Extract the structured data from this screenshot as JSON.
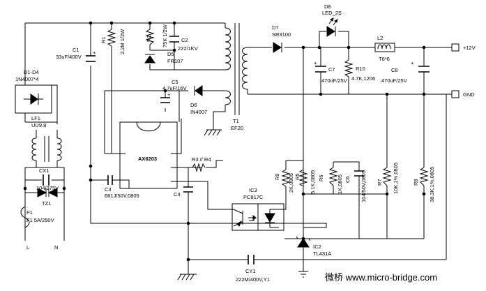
{
  "components": {
    "d1_d4": {
      "ref": "D1-D4",
      "value": "1N4007*4"
    },
    "c1": {
      "ref": "C1",
      "value": "33uF/400V"
    },
    "r1": {
      "ref": "R1",
      "value": "2.2M 1/2W"
    },
    "r2": {
      "ref": "R2",
      "value": "75K 1/2W"
    },
    "c2": {
      "ref": "C2",
      "value": "222/1KV"
    },
    "d5": {
      "ref": "D5",
      "value": "FR107"
    },
    "c5": {
      "ref": "C5",
      "value": "4.7uF/16V"
    },
    "d6": {
      "ref": "D6",
      "value": "IN4007"
    },
    "t1": {
      "ref": "T1",
      "value": "EF20"
    },
    "lf1": {
      "ref": "LF1",
      "value": "UU9.8"
    },
    "cx1": {
      "ref": "CX1",
      "value": "104/275V"
    },
    "tz1": {
      "ref": "TZ1",
      "value": ""
    },
    "f1": {
      "ref": "F1",
      "value": "F1 5A/250V"
    },
    "ic1": {
      "ref": "",
      "value": "AX6203"
    },
    "c3": {
      "ref": "C3",
      "value": "681J/50V,0805"
    },
    "r3_r4": {
      "ref": "R3 // R4",
      "value": ""
    },
    "c4": {
      "ref": "C4",
      "value": ""
    },
    "d7": {
      "ref": "D7",
      "value": "SR3100"
    },
    "d8": {
      "ref": "D8",
      "value": "LED_2S"
    },
    "l2": {
      "ref": "L2",
      "value": "T6*6"
    },
    "c7": {
      "ref": "C7",
      "value": "470uF/25V"
    },
    "r10": {
      "ref": "R10",
      "value": "4.7K,1206"
    },
    "c8": {
      "ref": "C8",
      "value": "470uF/25V"
    },
    "r9": {
      "ref": "R9",
      "value": "2K,0805"
    },
    "r5": {
      "ref": "R5",
      "value": "5.1K,0805"
    },
    "r6": {
      "ref": "R6",
      "value": "1K,0805"
    },
    "c6": {
      "ref": "C6",
      "value": "104/50V,0805"
    },
    "r7": {
      "ref": "R7",
      "value": "10K,1%,0805"
    },
    "r8": {
      "ref": "R8",
      "value": "38.3K,1%,0805"
    },
    "ic3": {
      "ref": "IC3",
      "value": "PC817C"
    },
    "ic2": {
      "ref": "IC2",
      "value": "TL431A"
    },
    "cy1": {
      "ref": "CY1",
      "value": "222M/400V,Y1"
    }
  },
  "terminals": {
    "plus12v": "+12V",
    "gnd": "GND",
    "line": "L",
    "neutral": "N"
  },
  "polarity_mark": "+",
  "watermark": "微桥 www.micro-bridge.com"
}
